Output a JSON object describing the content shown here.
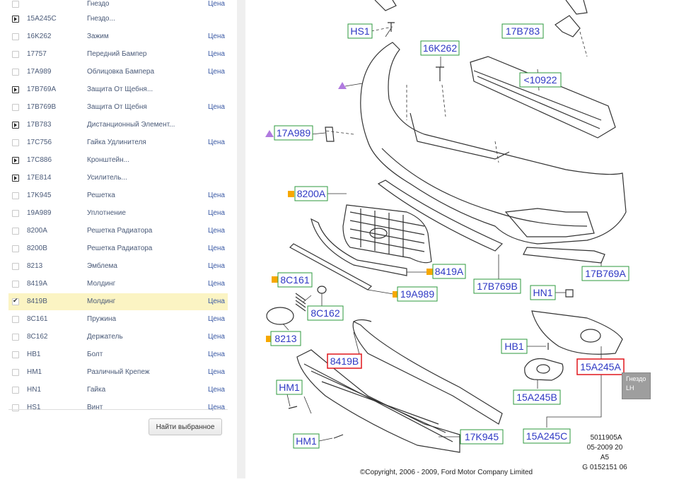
{
  "parts_list": [
    {
      "code": "15A245C",
      "name": "Гнездо...",
      "price": "",
      "state": "expand"
    },
    {
      "code": "16K262",
      "name": "Зажим",
      "price": "Цена",
      "state": "box"
    },
    {
      "code": "17757",
      "name": "Передний Бампер",
      "price": "Цена",
      "state": "box"
    },
    {
      "code": "17A989",
      "name": "Облицовка Бампера",
      "price": "Цена",
      "state": "box"
    },
    {
      "code": "17B769A",
      "name": "Защита От Щебня...",
      "price": "",
      "state": "expand"
    },
    {
      "code": "17B769B",
      "name": "Защита От Щебня",
      "price": "Цена",
      "state": "box"
    },
    {
      "code": "17B783",
      "name": "Дистанционный Элемент...",
      "price": "",
      "state": "expand"
    },
    {
      "code": "17C756",
      "name": "Гайка Удлинителя",
      "price": "Цена",
      "state": "box"
    },
    {
      "code": "17C886",
      "name": "Кронштейн...",
      "price": "",
      "state": "expand"
    },
    {
      "code": "17E814",
      "name": "Усилитель...",
      "price": "",
      "state": "expand"
    },
    {
      "code": "17K945",
      "name": "Решетка",
      "price": "Цена",
      "state": "box"
    },
    {
      "code": "19A989",
      "name": "Уплотнение",
      "price": "Цена",
      "state": "box"
    },
    {
      "code": "8200A",
      "name": "Решетка Радиатора",
      "price": "Цена",
      "state": "box"
    },
    {
      "code": "8200B",
      "name": "Решетка Радиатора",
      "price": "Цена",
      "state": "box"
    },
    {
      "code": "8213",
      "name": "Эмблема",
      "price": "Цена",
      "state": "box"
    },
    {
      "code": "8419A",
      "name": "Молдинг",
      "price": "Цена",
      "state": "box"
    },
    {
      "code": "8419B",
      "name": "Молдинг",
      "price": "Цена",
      "state": "checked",
      "selected": true
    },
    {
      "code": "8C161",
      "name": "Пружина",
      "price": "Цена",
      "state": "box"
    },
    {
      "code": "8C162",
      "name": "Держатель",
      "price": "Цена",
      "state": "box"
    },
    {
      "code": "HB1",
      "name": "Болт",
      "price": "Цена",
      "state": "box"
    },
    {
      "code": "HM1",
      "name": "Различный Крепеж",
      "price": "Цена",
      "state": "box"
    },
    {
      "code": "HN1",
      "name": "Гайка",
      "price": "Цена",
      "state": "box"
    },
    {
      "code": "HS1",
      "name": "Винт",
      "price": "Цена",
      "state": "box"
    }
  ],
  "partial_top_row": {
    "name": "Гнездо",
    "price": "Цена"
  },
  "find_button_label": "Найти выбранное",
  "diagram": {
    "labels": {
      "HS1": "HS1",
      "L16K262": "16K262",
      "L17B783": "17B783",
      "L10922": "<10922",
      "L17A989": "17A989",
      "L8200A": "8200A",
      "L8419A": "8419A",
      "L17B769B": "17B769B",
      "L17B769A": "17B769A",
      "L8C161": "8C161",
      "L8C162": "8C162",
      "L19A989": "19A989",
      "HN1": "HN1",
      "L8213": "8213",
      "HB1": "HB1",
      "L8419B": "8419B",
      "L15A245A": "15A245A",
      "HM1a": "HM1",
      "L15A245B": "15A245B",
      "L17K945": "17K945",
      "HM1b": "HM1",
      "L15A245C": "15A245C"
    },
    "ref_codes": [
      "5011905A",
      "05-2009 20",
      "A5",
      "G 0152151 06"
    ],
    "copyright": "©Copyright, 2006 - 2009, Ford Motor Company Limited",
    "tooltip_line1": "Гнездо",
    "tooltip_line2": "LH",
    "colors": {
      "label_text": "#2f39c4",
      "label_border": "#2e9a3e",
      "highlight_border": "#e0161c",
      "marker_orange": "#f6a800",
      "marker_purple": "#b07adf"
    }
  }
}
